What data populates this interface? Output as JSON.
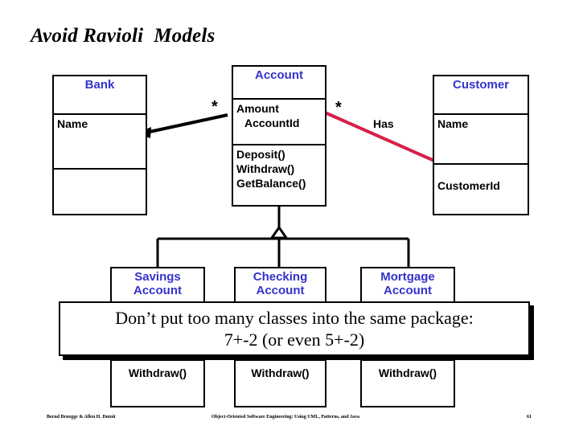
{
  "slide": {
    "title": "Avoid Ravioli  Models",
    "accent_blue": "#3333cc",
    "association_red": "#d6204a",
    "association_black": "#000000"
  },
  "classes": {
    "bank": {
      "name": "Bank",
      "attributes": [
        "Name"
      ],
      "operations": []
    },
    "account": {
      "name": "Account",
      "attributes": [
        "Amount",
        "AccountId"
      ],
      "operations": [
        "Deposit()",
        "Withdraw()",
        "GetBalance()"
      ]
    },
    "customer": {
      "name": "Customer",
      "attributes": [
        "Name"
      ],
      "operations": [
        "CustomerId"
      ]
    },
    "savings": {
      "name_line1": "Savings",
      "name_line2": "Account",
      "operations": [
        "Withdraw()"
      ]
    },
    "checking": {
      "name_line1": "Checking",
      "name_line2": "Account",
      "operations": [
        "Withdraw()"
      ]
    },
    "mortgage": {
      "name_line1": "Mortgage",
      "name_line2": "Account",
      "operations": [
        "Withdraw()"
      ]
    }
  },
  "associations": {
    "bank_account_multiplicity": "*",
    "account_customer_multiplicity": "*",
    "has_label": "Has"
  },
  "callout": {
    "line1": "Don’t put too many classes into the same package:",
    "line2": "7+-2 (or even 5+-2)"
  },
  "footer": {
    "authors": "Bernd Bruegge & Allen H. Dutoit",
    "book": "Object-Oriented Software Engineering: Using UML, Patterns, and Java",
    "page": "61"
  }
}
